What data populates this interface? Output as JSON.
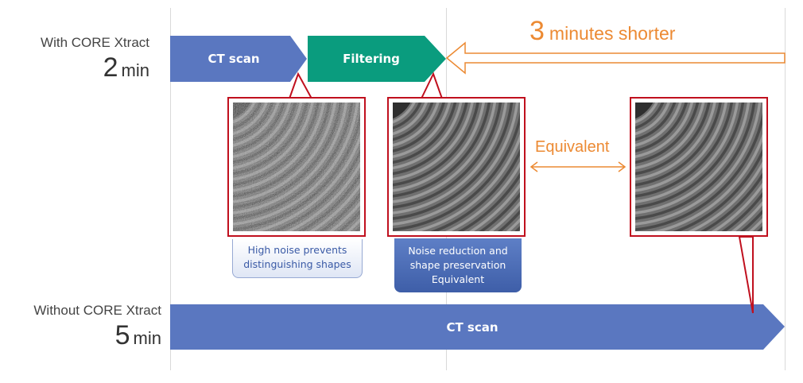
{
  "rows": {
    "with": {
      "label": "With CORE Xtract",
      "time_value": "2",
      "time_unit": "min"
    },
    "without": {
      "label": "Without CORE Xtract",
      "time_value": "5",
      "time_unit": "min"
    }
  },
  "steps": {
    "ct_scan_short": "CT scan",
    "filtering": "Filtering",
    "ct_scan_long": "CT scan"
  },
  "savings": {
    "value": "3",
    "text": "minutes shorter"
  },
  "equivalent_label": "Equivalent",
  "captions": {
    "noisy": [
      "High noise prevents",
      "distinguishing shapes"
    ],
    "filtered": [
      "Noise reduction and",
      "shape preservation",
      "Equivalent"
    ]
  },
  "colors": {
    "ct_scan": "#5a77c0",
    "filtering": "#0a9c7e",
    "accent_orange": "#ec8a33",
    "callout_red": "#c0101e"
  },
  "icons": [
    "double-headed-arrow",
    "left-arrow"
  ]
}
